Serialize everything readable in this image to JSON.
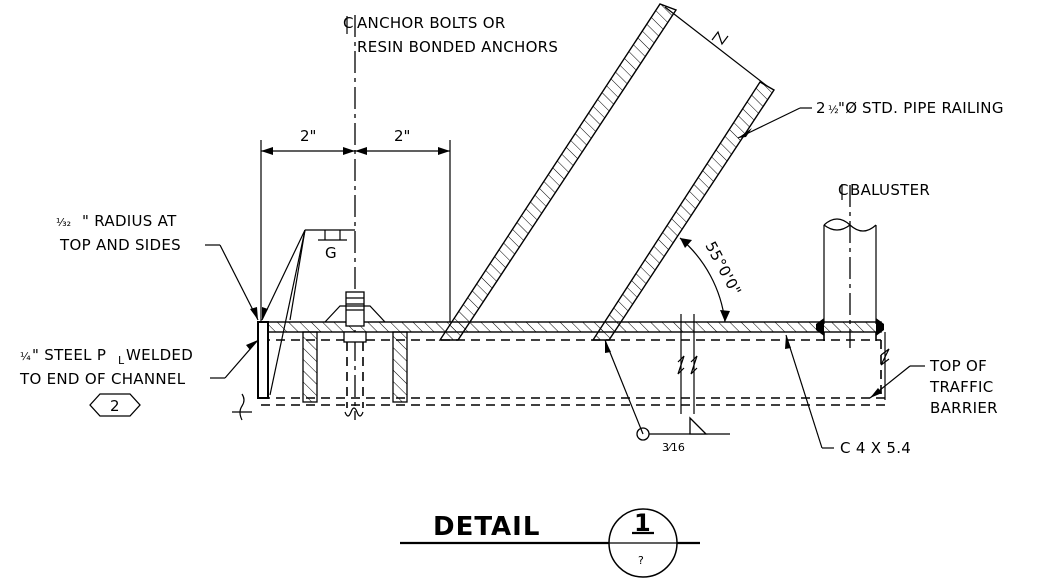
{
  "labels": {
    "anchor_cl": "ANCHOR BOLTS OR",
    "anchor_line2": "RESIN BONDED ANCHORS",
    "pipe_railing": "STD. PIPE RAILING",
    "pipe_size_whole": "2",
    "pipe_size_frac": "½",
    "pipe_dia_symbol": "\"Ø",
    "baluster": "BALUSTER",
    "radius_frac": "⅟₃₂",
    "radius_line1": "\" RADIUS AT",
    "radius_line2": "TOP AND SIDES",
    "plate_frac": "¼",
    "plate_line1": "\" STEEL P",
    "plate_line1_sub": "L",
    "plate_line1_end": " WELDED",
    "plate_line2": "TO END OF CHANNEL",
    "hex_tag": "2",
    "top_barrier_1": "TOP OF",
    "top_barrier_2": "TRAFFIC",
    "top_barrier_3": "BARRIER",
    "channel": "C 4 X 5.4",
    "weld_size": "3⁄16",
    "weld_symbol_g": "G",
    "angle": "55°0'0\"",
    "dim_left": "2\"",
    "dim_right": "2\""
  },
  "title_block": {
    "title": "DETAIL",
    "detail_number": "1",
    "sheet_ref": "?"
  }
}
